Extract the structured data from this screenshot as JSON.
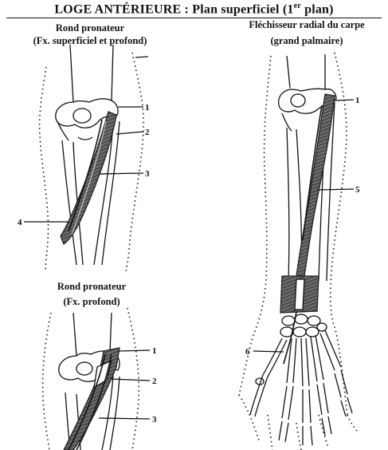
{
  "title": {
    "main": "LOGE ANTÉRIEURE : Plan superficiel (1",
    "sup": "er",
    "end": " plan)"
  },
  "panels": {
    "top_left": {
      "caption_1": "Rond pronateur",
      "caption_2": "(Fx. superficiel et profond)"
    },
    "right": {
      "caption_1": "Fléchisseur radial du carpe",
      "caption_2": "(grand palmaire)"
    },
    "bottom_left": {
      "caption_1": "Rond pronateur",
      "caption_2": "(Fx. profond)"
    }
  },
  "labels": {
    "tl_1": "1",
    "tl_2": "2",
    "tl_3": "3",
    "tl_4": "4",
    "r_1": "1",
    "r_5": "5",
    "r_6": "6",
    "bl_1": "1",
    "bl_2": "2",
    "bl_3": "3"
  },
  "colors": {
    "ink": "#111111",
    "muscle": "#4a4a4a",
    "background": "#ffffff"
  }
}
